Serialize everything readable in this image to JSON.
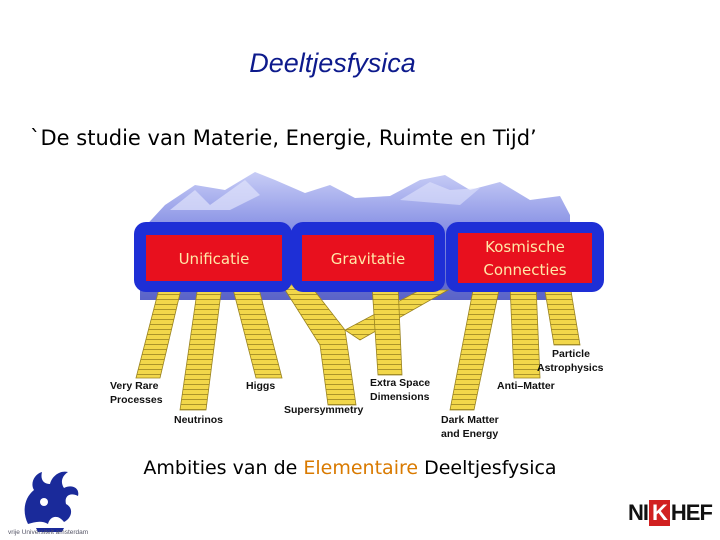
{
  "slide": {
    "title": "Deeltjesfysica",
    "subtitle": "`De studie van Materie, Energie, Ruimte en Tijd’"
  },
  "diagram": {
    "boxes": [
      "Unificatie",
      "Gravitatie",
      "Kosmische",
      "Connecties"
    ],
    "leaves": {
      "very_rare_1": "Very Rare",
      "very_rare_2": "Processes",
      "neutrinos": "Neutrinos",
      "higgs": "Higgs",
      "supersymmetry": "Supersymmetry",
      "extra_space_1": "Extra Space",
      "extra_space_2": "Dimensions",
      "dark_matter_1": "Dark Matter",
      "dark_matter_2": "and Energy",
      "anti_matter": "Anti–Matter",
      "particle_astro_1": "Particle",
      "particle_astro_2": "Astrophysics"
    },
    "colors": {
      "box_fill": "#e8101e",
      "box_border": "#1e2fd6",
      "column_fill": "#f2d74a",
      "mountain": "#7a86e0"
    }
  },
  "caption": {
    "part1": "Ambities van de ",
    "highlight": "Elementaire",
    "part2": " Deeltjesfysica"
  },
  "logos": {
    "left_text": "vrije Universiteit   amsterdam",
    "right_n": "NI",
    "right_k": "K",
    "right_h": "HEF"
  }
}
